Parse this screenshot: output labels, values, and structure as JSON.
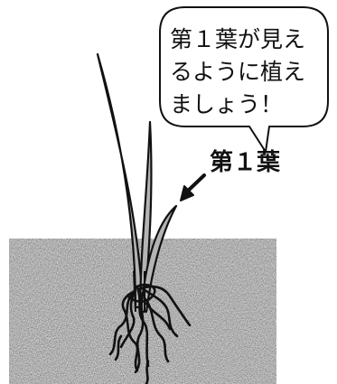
{
  "speech_bubble": {
    "lines": [
      "第１葉が見え",
      "るように植え",
      "ましょう！"
    ]
  },
  "leaf_label": "第１葉",
  "icons": {
    "arrow": "arrow-down-left-icon",
    "plant": "rice-seedling-illustration",
    "soil": "soil-block"
  },
  "colors": {
    "soil_base": "#8f8f8f",
    "leaf_fill": "#b4b4b4",
    "outline": "#111111"
  }
}
